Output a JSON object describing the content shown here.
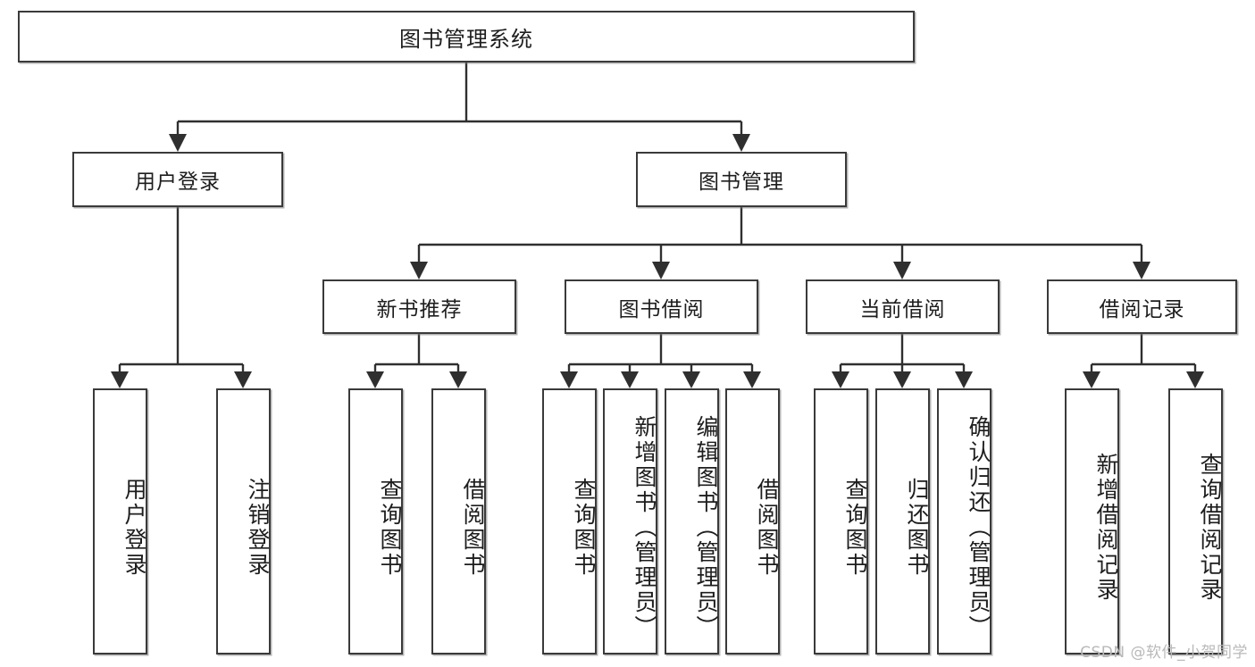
{
  "diagram": {
    "title": "图书管理系统",
    "watermark": "CSDN @软件_小贺同学",
    "type": "tree-hierarchy-chart",
    "colors": {
      "box_border": "#3a3a3a",
      "box_fill": "#ffffff",
      "connector": "#2f2f2f",
      "text": "#1d1d1d",
      "watermark": "#b9b9b9"
    },
    "root": {
      "label": "图书管理系统"
    },
    "level1": [
      {
        "label": "用户登录"
      },
      {
        "label": "图书管理"
      }
    ],
    "level2": [
      {
        "label": "新书推荐"
      },
      {
        "label": "图书借阅"
      },
      {
        "label": "当前借阅"
      },
      {
        "label": "借阅记录"
      }
    ],
    "leaves": {
      "user_login": [
        {
          "label": "用户登录"
        },
        {
          "label": "注销登录"
        }
      ],
      "new_book_recommend": [
        {
          "label": "查询图书"
        },
        {
          "label": "借阅图书"
        }
      ],
      "book_borrow": [
        {
          "label": "查询图书"
        },
        {
          "label": "新增图书（管理员）"
        },
        {
          "label": "编辑图书（管理员）"
        },
        {
          "label": "借阅图书"
        }
      ],
      "current_borrow": [
        {
          "label": "查询图书"
        },
        {
          "label": "归还图书"
        },
        {
          "label": "确认归还（管理员）"
        }
      ],
      "borrow_record": [
        {
          "label": "新增借阅记录"
        },
        {
          "label": "查询借阅记录"
        }
      ]
    }
  }
}
